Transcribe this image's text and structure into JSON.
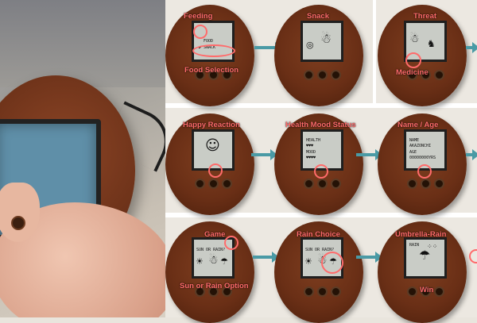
{
  "rows": [
    {
      "frames": [
        {
          "callout_top": "Feeding",
          "callout_bottom": "Food Selection",
          "screen_lines": [
            "FOOD",
            "▶ SNACK"
          ]
        },
        {
          "callout_top": "Snack"
        },
        {
          "callout_top": "Threat",
          "callout_bottom": "Medicine"
        }
      ]
    },
    {
      "frames": [
        {
          "callout_top": "Happy Reaction"
        },
        {
          "callout_top": "Health Mood Status",
          "screen_lines": [
            "HEALTH",
            "♥♥♥",
            "MOOD",
            "♥♥♥♥"
          ]
        },
        {
          "callout_top": "Name / Age",
          "screen_lines": [
            "NAME",
            "AKAZONCHI",
            "AGE",
            "00000000YRS"
          ]
        }
      ]
    },
    {
      "frames": [
        {
          "callout_top": "Game",
          "callout_bottom": "Sun or Rain Option",
          "screen_lines": [
            "SUN OR RAIN?"
          ]
        },
        {
          "callout_top": "Rain Choice",
          "screen_lines": [
            "SUN OR RAIN?"
          ]
        },
        {
          "callout_top": "Umbrella-Rain",
          "callout_bottom": "Win",
          "screen_lines": [
            "RAIN"
          ]
        }
      ]
    }
  ],
  "icons": [
    "food-icon",
    "medicine-icon",
    "status-icon",
    "game-icon",
    "umbrella-icon"
  ],
  "colors": {
    "callout": "#ff6b6b",
    "arrow": "#4a9aa5",
    "wood": "#6a2f16"
  }
}
